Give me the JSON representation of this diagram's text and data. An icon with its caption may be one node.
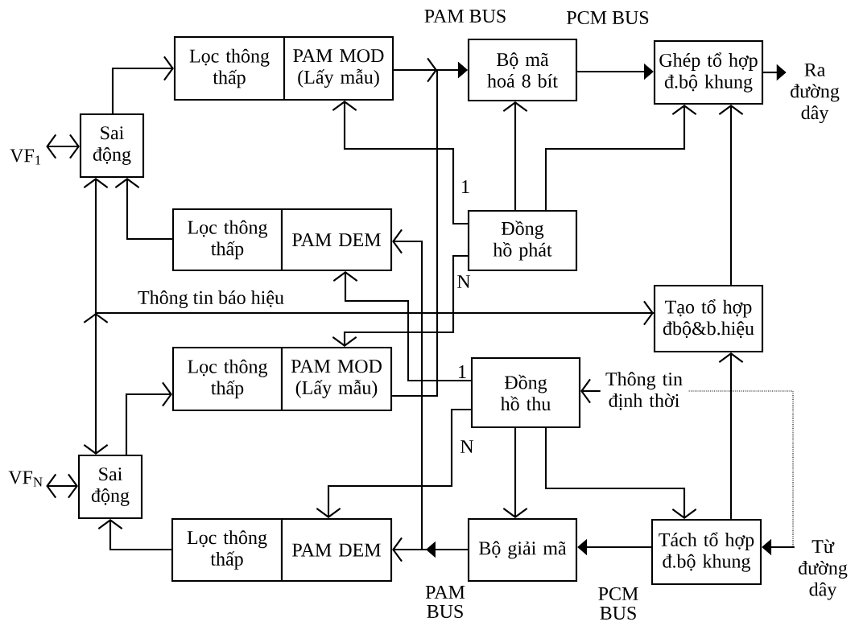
{
  "diagram": {
    "nodes": [
      {
        "text": [
          "Lọc thông thấp"
        ]
      },
      {
        "text": [
          "PAM MOD (Lấy mẫu)"
        ]
      },
      {
        "text": [
          "Bộ mã hoá 8 bít"
        ]
      },
      {
        "text": [
          "Ghép tổ hợp đ.bộ khung"
        ]
      },
      {
        "text": [
          "Ra đường dây"
        ]
      },
      {
        "text": [
          "VF$_{1}$"
        ]
      },
      {
        "text": [
          "Sai động"
        ]
      },
      {
        "text": [
          "Lọc thông thấp"
        ]
      },
      {
        "text": [
          "PAM DEM"
        ]
      },
      {
        "text": [
          "Đồng hồ phát"
        ]
      },
      {
        "text": [
          "Tạo tổ hợp đbộ&b.hiệu"
        ]
      },
      {
        "text": [
          "Lọc thông thấp"
        ]
      },
      {
        "text": [
          "PAM MOD (Lấy mẫu)"
        ]
      },
      {
        "text": [
          "Đồng hồ thu"
        ]
      },
      {
        "text": [
          "Thông tin định thời"
        ]
      },
      {
        "text": [
          "VF$_{N}$"
        ]
      },
      {
        "text": [
          "Sai động"
        ]
      },
      {
        "text": [
          "Lọc thông thấp"
        ]
      },
      {
        "text": [
          "PAM DEM"
        ]
      },
      {
        "text": [
          "Bộ giải mã"
        ]
      },
      {
        "text": [
          "Tách tổ hợp đ.bộ khung"
        ]
      },
      {
        "text": [
          "Từ đường dây"
        ]
      }
    ],
    "edges": [
      {
        "from": 6,
        "to": 0,
        "arrow": "to"
      },
      {
        "from": 1,
        "to": 2,
        "arrow": "to"
      },
      {
        "from": 12,
        "to": 2,
        "arrow": "to"
      },
      {
        "from": 2,
        "to": 3,
        "arrow": "to"
      },
      {
        "from": 3,
        "to": 4,
        "arrow": "to"
      },
      {
        "from": 9,
        "to": 2,
        "arrow": "to"
      },
      {
        "from": 9,
        "to": 3,
        "arrow": "to"
      },
      {
        "from": 10,
        "to": 3,
        "arrow": "to"
      },
      {
        "from": 9,
        "to": 1,
        "arrow": "to",
        "label": "1"
      },
      {
        "from": 5,
        "to": 6,
        "arrow": "both"
      },
      {
        "from": 7,
        "to": 6,
        "arrow": "to"
      },
      {
        "from": 19,
        "to": 8,
        "arrow": "to"
      },
      {
        "from": 13,
        "to": 8,
        "arrow": "to",
        "label": "1"
      },
      {
        "from": 9,
        "to": 12,
        "arrow": "to",
        "label": "N"
      },
      {
        "from": 10,
        "to": 6,
        "arrow": "both",
        "label": "Thông tin báo hiệu"
      },
      {
        "from": 10,
        "to": 16,
        "arrow": "to"
      },
      {
        "from": 16,
        "to": 11,
        "arrow": "to"
      },
      {
        "from": 14,
        "to": 13,
        "arrow": "to"
      },
      {
        "from": 15,
        "to": 16,
        "arrow": "both"
      },
      {
        "from": 13,
        "to": 18,
        "arrow": "to",
        "label": "N"
      },
      {
        "from": 17,
        "to": 16,
        "arrow": "to"
      },
      {
        "from": 19,
        "to": 18,
        "arrow": "to"
      },
      {
        "from": 13,
        "to": 19,
        "arrow": "to"
      },
      {
        "from": 13,
        "to": 20,
        "arrow": "to"
      },
      {
        "from": 20,
        "to": 19,
        "arrow": "to"
      },
      {
        "from": 20,
        "to": 10,
        "arrow": "to"
      },
      {
        "from": 21,
        "to": 20,
        "arrow": "to"
      },
      {
        "from": 21,
        "to": 14,
        "arrow": "none",
        "style": "dashed"
      }
    ],
    "labels": [
      "PAM BUS",
      "PCM BUS",
      "PAM BUS",
      "PCM BUS"
    ]
  }
}
